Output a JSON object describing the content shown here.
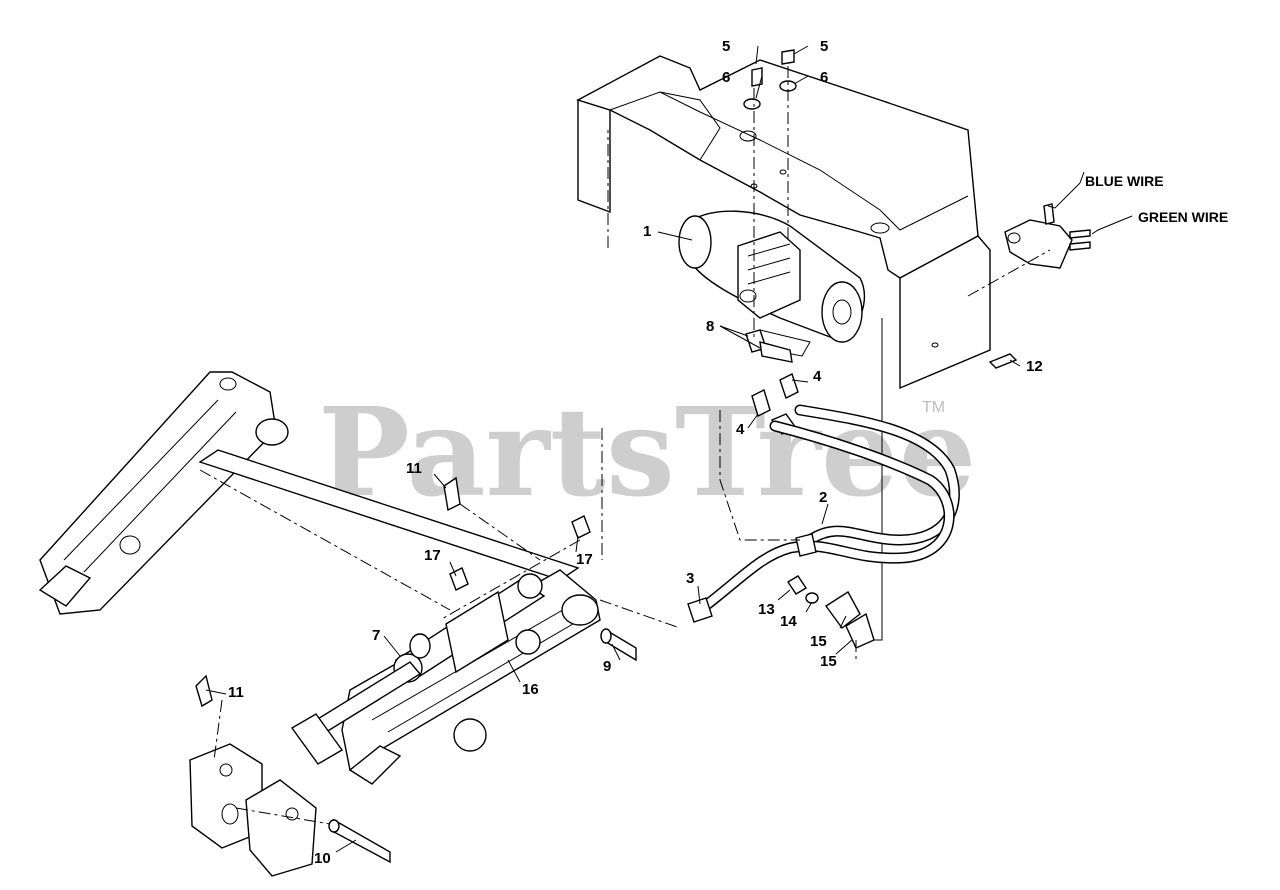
{
  "watermark": {
    "brand": "PartsTree",
    "trademark": "TM"
  },
  "callouts": {
    "c1": "1",
    "c2": "2",
    "c3": "3",
    "c4a": "4",
    "c4b": "4",
    "c5a": "5",
    "c5b": "5",
    "c6a": "6",
    "c6b": "6",
    "c7": "7",
    "c8": "8",
    "c9": "9",
    "c10": "10",
    "c11a": "11",
    "c11b": "11",
    "c12": "12",
    "c13": "13",
    "c14": "14",
    "c15a": "15",
    "c15b": "15",
    "c16": "16",
    "c17a": "17",
    "c17b": "17"
  },
  "wire_labels": {
    "blue": "BLUE WIRE",
    "green": "GREEN WIRE"
  },
  "colors": {
    "line": "#000000",
    "watermark": "#bdbdbd",
    "background": "#ffffff"
  }
}
